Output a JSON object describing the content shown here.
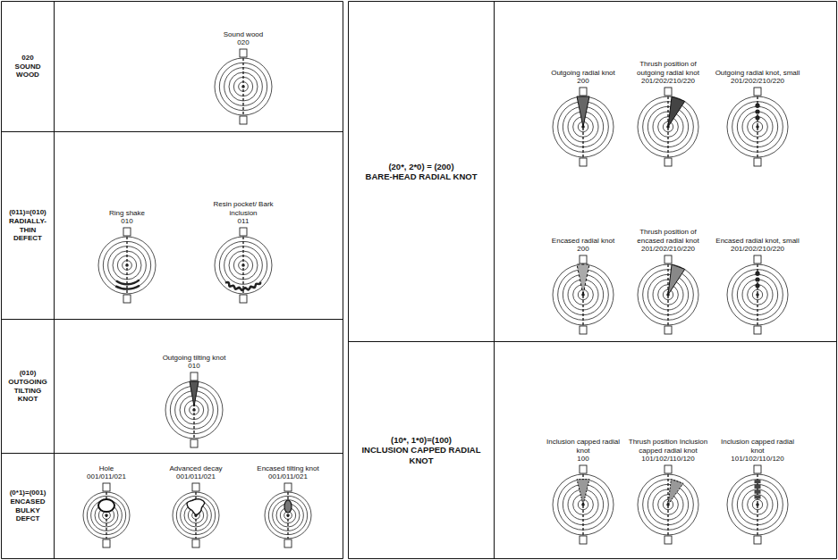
{
  "diagram": {
    "nodes": [
      {
        "text": [
          "020",
          "SOUND WOOD"
        ]
      },
      {
        "text": [
          "(011)=(010)",
          "RADIALLY- THIN DEFECT"
        ]
      },
      {
        "text": [
          "(010)",
          "OUTGOING TILTING KNOT"
        ]
      },
      {
        "text": [
          "(0*1)=(001)",
          "ENCASED BULKY DEFCT"
        ]
      },
      {
        "text": [
          "(20*, 2*0) = (200)",
          "BARE-HEAD RADIAL KNOT"
        ]
      },
      {
        "text": [
          "(10*, 1*0)=(100)",
          "INCLUSION CAPPED RADIAL KNOT"
        ]
      }
    ],
    "labels": [
      "Sound wood",
      "020",
      "Ring shake",
      "010",
      "Resin pocket/ Bark inclusion",
      "011",
      "Outgoing tilting knot",
      "010",
      "Hole",
      "001/011/021",
      "Advanced decay",
      "001/011/021",
      "Encased tilting knot",
      "001/011/021",
      "Outgoing radial knot",
      "200",
      "Thrush position of outgoing radial knot",
      "201/202/210/220",
      "Outgoing radial knot, small",
      "201/202/210/220",
      "Encased radial knot",
      "200",
      "Thrush position of encased radial knot",
      "201/202/210/220",
      "Encased radial knot, small",
      "201/202/210/220",
      "Inclusion capped radial knot",
      "100",
      "Thrush position Inclusion capped radial knot",
      "101/102/110/120",
      "Inclusion capped radial knot",
      "101/102/110/120"
    ]
  }
}
